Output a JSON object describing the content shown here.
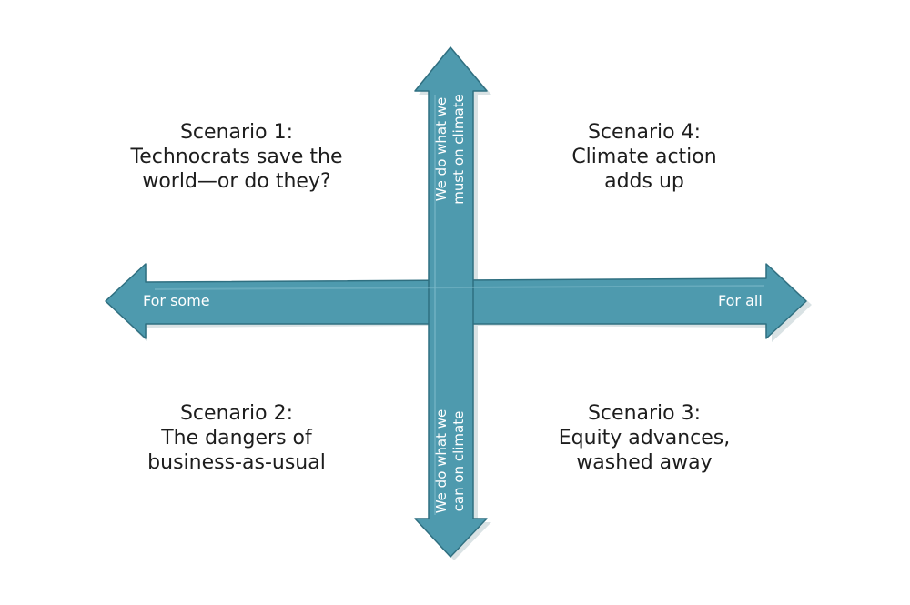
{
  "colors": {
    "arrow_fill": "#4e9aae",
    "arrow_edge": "#2f6f80",
    "text_dark": "#1d1d1d",
    "text_light": "#ffffff"
  },
  "axes": {
    "horizontal": {
      "left_label": "For some",
      "right_label": "For all"
    },
    "vertical": {
      "top_label_line1": "We do what we",
      "top_label_line2": "must on climate",
      "bottom_label_line1": "We do what we",
      "bottom_label_line2": "can on climate"
    }
  },
  "scenarios": {
    "s1": {
      "heading": "Scenario 1:",
      "line1": "Technocrats save the",
      "line2": "world—or do they?"
    },
    "s2": {
      "heading": "Scenario 2:",
      "line1": "The dangers of",
      "line2": "business-as-usual"
    },
    "s3": {
      "heading": "Scenario 3:",
      "line1": "Equity advances,",
      "line2": "washed away"
    },
    "s4": {
      "heading": "Scenario 4:",
      "line1": "Climate action",
      "line2": "adds up"
    }
  }
}
